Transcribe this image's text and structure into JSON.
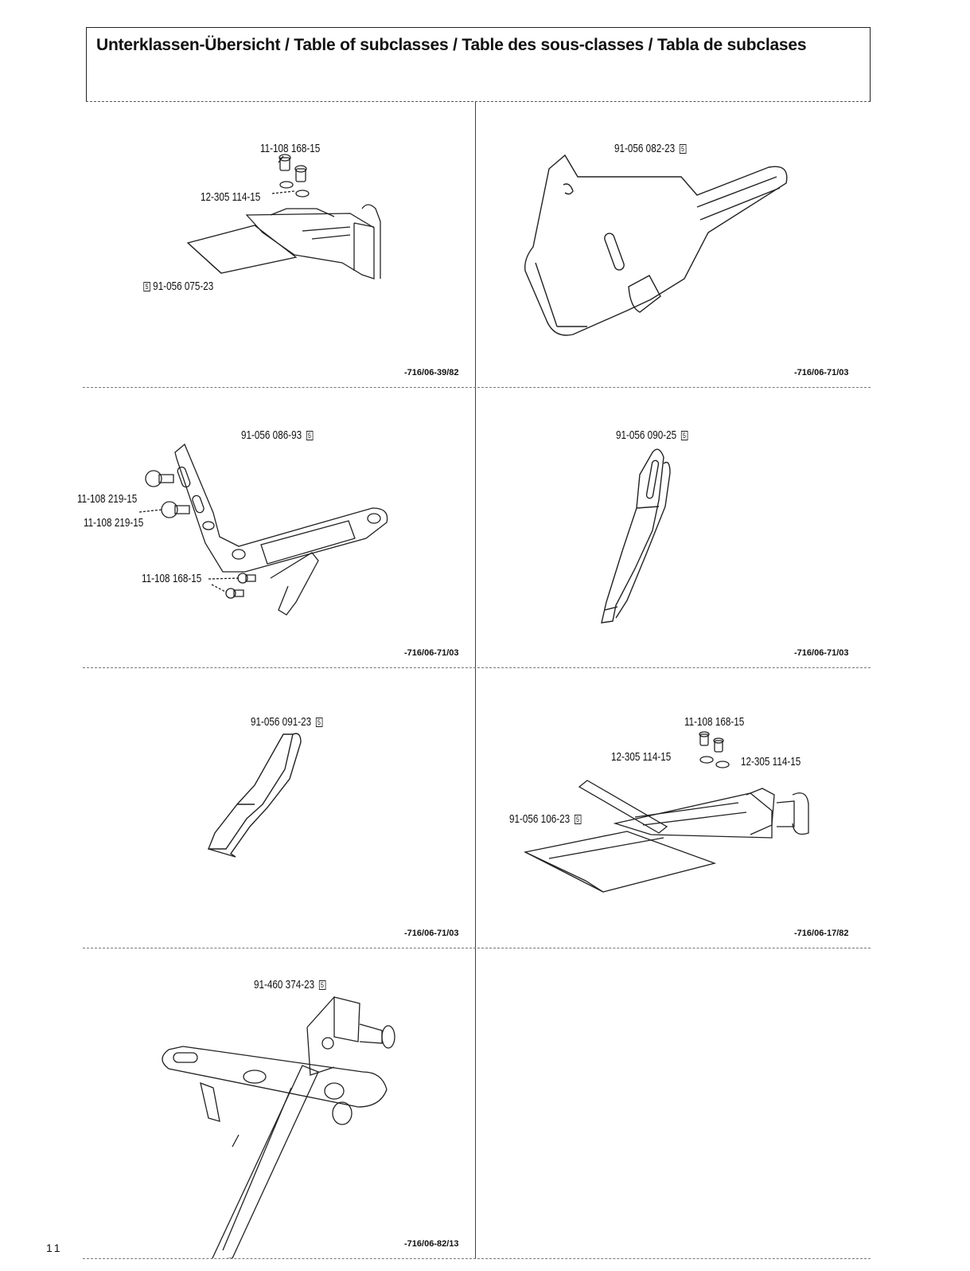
{
  "header": {
    "title": "Unterklassen-Übersicht / Table of subclasses / Table des sous-classes / Tabla de subclases"
  },
  "page_number": "11",
  "panels": [
    {
      "refcode": "-716/06-39/82",
      "labels": [
        "11-108 168-15",
        "12-305 114-15",
        "91-056 075-23"
      ]
    },
    {
      "refcode": "-716/06-71/03",
      "labels": [
        "91-056 082-23"
      ]
    },
    {
      "refcode": "-716/06-71/03",
      "labels": [
        "91-056 086-93",
        "11-108 219-15",
        "11-108 219-15",
        "11-108 168-15"
      ]
    },
    {
      "refcode": "-716/06-71/03",
      "labels": [
        "91-056 090-25"
      ]
    },
    {
      "refcode": "-716/06-71/03",
      "labels": [
        "91-056 091-23"
      ]
    },
    {
      "refcode": "-716/06-17/82",
      "labels": [
        "11-108 168-15",
        "12-305 114-15",
        "12-305 114-15",
        "91-056 106-23"
      ]
    },
    {
      "refcode": "-716/06-82/13",
      "labels": [
        "91-460 374-23"
      ]
    }
  ],
  "badge_text": "5"
}
